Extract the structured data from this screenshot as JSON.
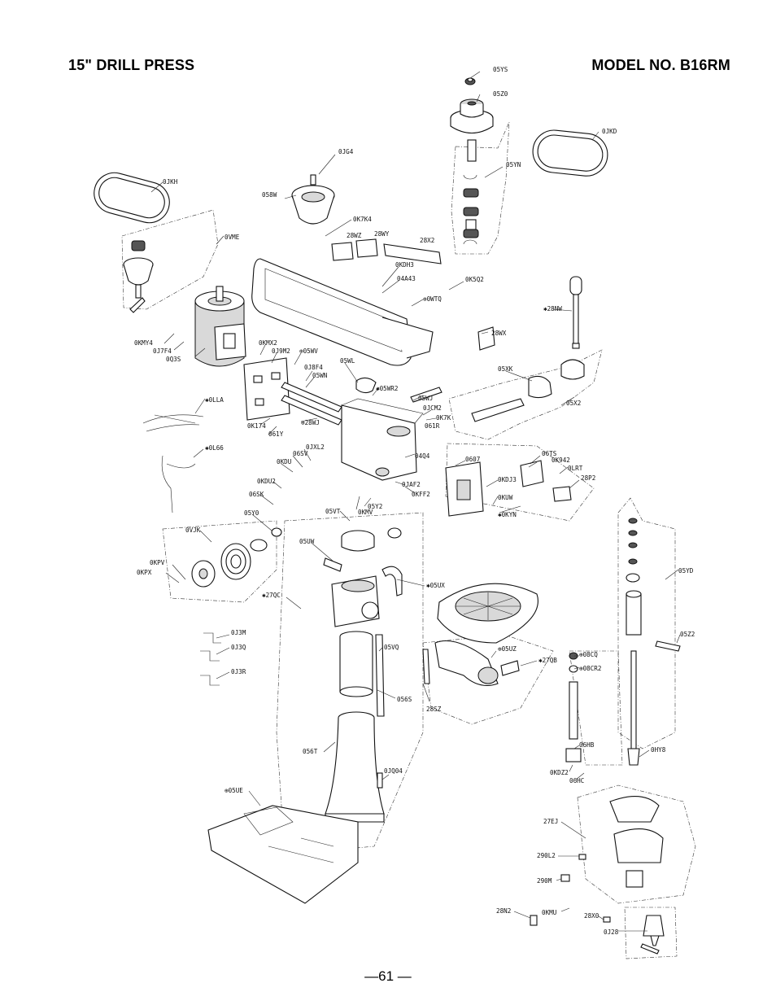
{
  "header": {
    "title": "15\" DRILL PRESS",
    "model": "MODEL NO. B16RM"
  },
  "footer": {
    "page_number": "—61 —"
  },
  "parts": {
    "p05YS": "05YS",
    "p05Z0": "05Z0",
    "p0JKD": "0JKD",
    "p05YN": "05YN",
    "p0JG4": "0JG4",
    "p0JKH": "0JKH",
    "p058W": "058W",
    "p0K7K4": "0K7K4",
    "p0VME": "0VME",
    "p28WZ": "28WZ",
    "p28WY": "28WY",
    "p28X2": "28X2",
    "p0KDH3": "0KDH3",
    "p04A43": "04A43",
    "p0K5Q2": "0K5Q2",
    "p0WTQ": "⊕0WTQ",
    "p28NW": "✱28NW",
    "p28WX": "28WX",
    "p0KMY4": "0KMY4",
    "p0J7F4": "0J7F4",
    "p0Q3S": "0Q3S",
    "p0KMX2": "0KMX2",
    "p0J9M2": "0J9M2",
    "p05WV": "⊕05WV",
    "p05WL": "05WL",
    "p0J8F4": "0J8F4",
    "p05WN": "05WN",
    "p05WR2": "✱05WR2",
    "p05XK": "05XK",
    "p05WJ": "05WJ",
    "p0JCM2": "0JCM2",
    "p0K7K": "0K7K",
    "p061R": "061R",
    "p05X2": "05X2",
    "p0LLA": "✱0LLA",
    "p0K174": "0K174",
    "p061Y": "061Y",
    "p28WJ": "⊕28WJ",
    "p0JXL2": "0JXL2",
    "p06SV": "06SV",
    "p0KDU": "0KDU",
    "p04Q4": "04Q4",
    "p0607": "0607",
    "p06TS": "06TS",
    "p0K942": "0K942",
    "p0LRT": "0LRT",
    "p0L66": "✱0L66",
    "p0KDU2": "0KDU2",
    "p06SK": "06SK",
    "p0JAF2": "0JAF2",
    "p0KFF2": "0KFF2",
    "p0KDJ3": "0KDJ3",
    "p28P2": "28P2",
    "p0KUW": "0KUW",
    "p0KYN": "✱0KYN",
    "p05Y0": "05Y0",
    "p05VT": "05VT",
    "p0KMV": "0KMV",
    "p05Y2": "05Y2",
    "p0VJK": "0VJK",
    "p05UW": "05UW",
    "p05YD": "05YD",
    "p0KPV": "0KPV",
    "p0KPX": "0KPX",
    "p05UX": "✱05UX",
    "p27QC": "✱27QC",
    "p05Z2": "05Z2",
    "p0J3M": "0J3M",
    "p0J3Q": "0J3Q",
    "p0J3R": "0J3R",
    "p05VQ": "05VQ",
    "p05UZ": "⊕05UZ",
    "p27QB": "✱27QB",
    "p08CQ": "⊕08CQ",
    "p08CR2": "⊕08CR2",
    "p056S": "056S",
    "p28SZ": "28SZ",
    "p056T": "056T",
    "p06HB": "06HB",
    "p0HY8": "0HY8",
    "p0KDZ2": "0KDZ2",
    "p06HC": "06HC",
    "p0JQ04": "0JQ04",
    "p05UE": "⊕05UE",
    "p27EJ": "27EJ",
    "p290L2": "290L2",
    "p290M": "290M",
    "p28N2": "28N2",
    "p0KMU": "0KMU",
    "p28X0": "28X0",
    "p0J28": "0J28"
  }
}
